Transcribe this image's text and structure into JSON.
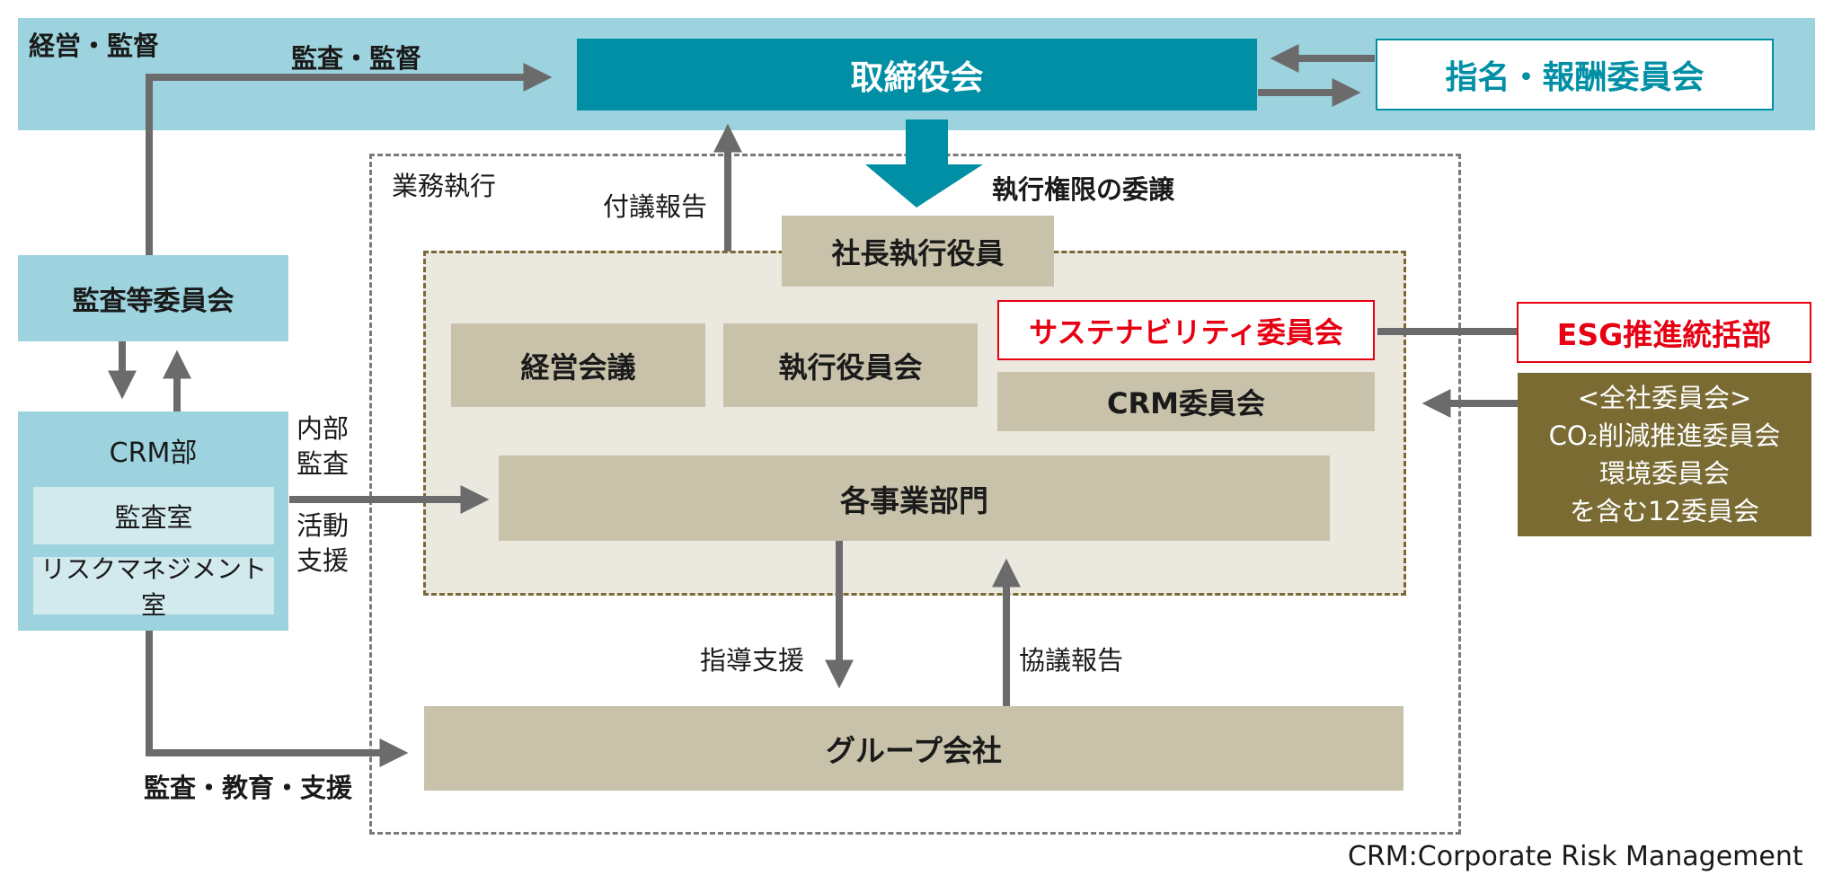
{
  "colors": {
    "teal": "#008fa5",
    "band": "#9dd3de",
    "tan": "#c8c2aa",
    "olive": "#7a6b33",
    "red": "#e60012",
    "arrow": "#6b6b6b"
  },
  "band": {
    "label": "経営・監督"
  },
  "board": {
    "label": "取締役会"
  },
  "nomination": {
    "label": "指名・報酬委員会"
  },
  "labels": {
    "audit_supervision": "監査・監督",
    "business_execution": "業務執行",
    "delegation": "執行権限の委譲",
    "resolution_report": "付議報告",
    "internal_audit": "内部\n監査",
    "activity_support": "活動\n支援",
    "guidance_support": "指導支援",
    "consultation_report": "協議報告",
    "audit_education_support": "監査・教育・支援",
    "footnote": "CRM:Corporate Risk Management"
  },
  "president": {
    "label": "社長執行役員"
  },
  "management_meeting": {
    "label": "経営会議"
  },
  "executive_committee": {
    "label": "執行役員会"
  },
  "sustainability_committee": {
    "label": "サステナビリティ委員会"
  },
  "crm_committee": {
    "label": "CRM委員会"
  },
  "business_divisions": {
    "label": "各事業部門"
  },
  "group_companies": {
    "label": "グループ会社"
  },
  "audit_committee": {
    "label": "監査等委員会"
  },
  "crm_dept": {
    "title": "CRM部",
    "audit_office": "監査室",
    "risk_office": "リスクマネジメント室"
  },
  "esg": {
    "label": "ESG推進統括部"
  },
  "company_committees": {
    "lines": [
      "<全社委員会>",
      "CO₂削減推進委員会",
      "環境委員会",
      "を含む12委員会"
    ]
  }
}
